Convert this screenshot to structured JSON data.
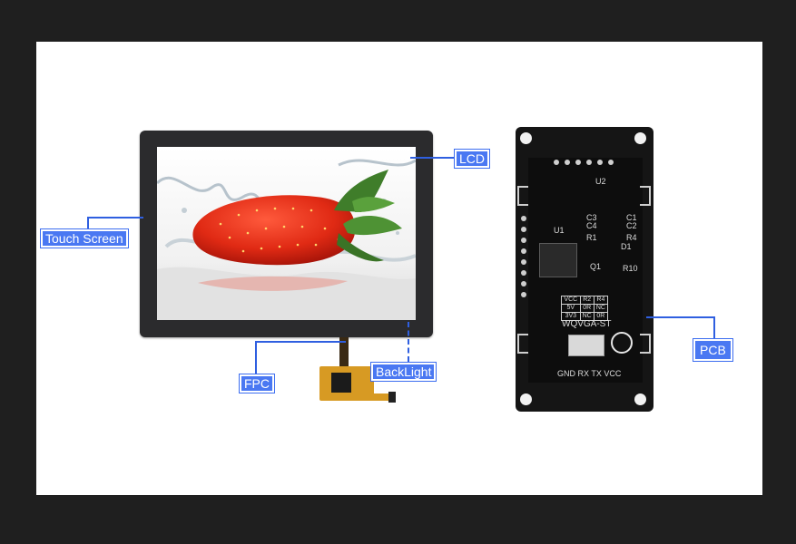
{
  "callouts": {
    "lcd": "LCD",
    "touch_screen": "Touch Screen",
    "fpc": "FPC",
    "backlight": "BackLight",
    "pcb": "PCB"
  },
  "pcb": {
    "model": "WQVGA-ST",
    "pin_labels": "GND RX TX VCC",
    "table": [
      [
        "VCC",
        "R2",
        "R4"
      ],
      [
        "5V",
        "0R",
        "NC"
      ],
      [
        "3V3",
        "NC",
        "0R"
      ]
    ],
    "chip_labels": [
      "U1",
      "U2",
      "Q1",
      "C1",
      "C2",
      "C3",
      "C4",
      "R1",
      "R4",
      "D1",
      "R10"
    ]
  },
  "colors": {
    "background": "#1f1f1f",
    "panel": "#ffffff",
    "accent": "#3c6df0",
    "lcd_frame": "#2b2b2d",
    "fpc": "#d79a23",
    "pcb": "#151515"
  }
}
